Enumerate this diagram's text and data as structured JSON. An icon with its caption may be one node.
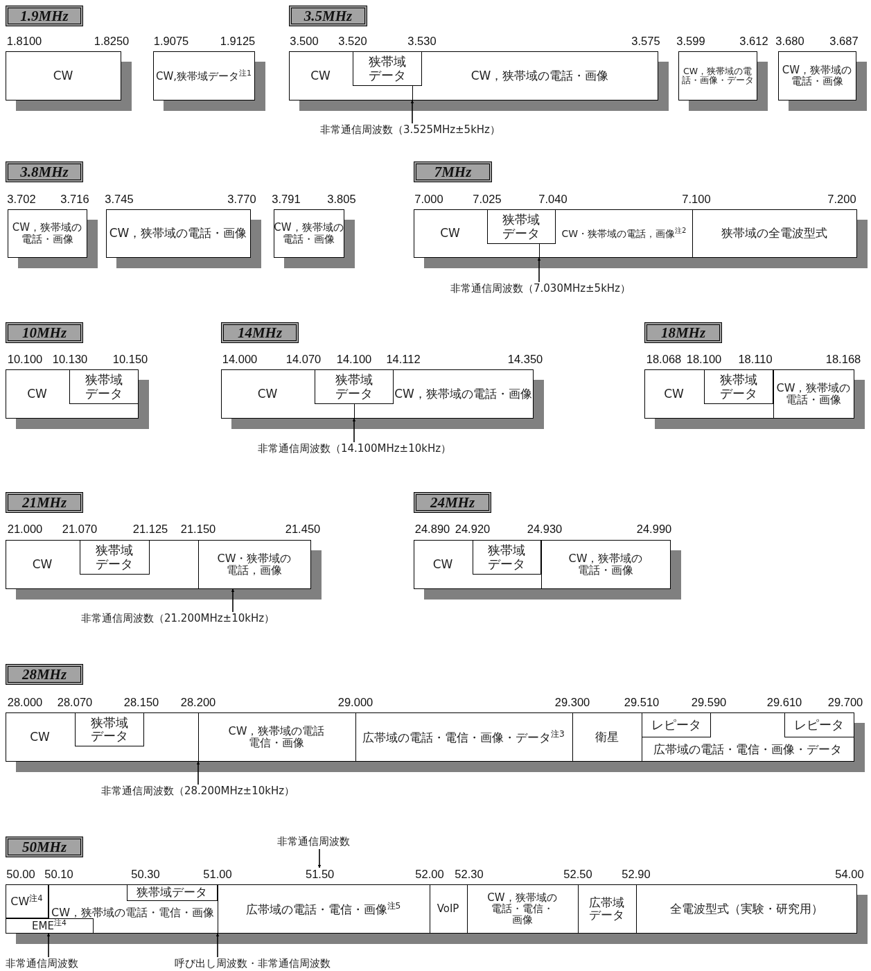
{
  "diagram": {
    "nodes": [
      {
        "text": [
          "1.9MHz"
        ]
      },
      {
        "text": [
          "CW"
        ]
      },
      {
        "text": [
          "CW,狭帯域データ$^{注1}$"
        ]
      },
      {
        "text": [
          "3.5MHz"
        ]
      },
      {
        "text": [
          "CW",
          "CW，狭帯域の電話・画像"
        ]
      },
      {
        "text": [
          "狭帯域データ"
        ],
        "in": 4
      },
      {
        "text": [
          "CW，狭帯域の電話・画像・データ"
        ]
      },
      {
        "text": [
          "CW，狭帯域の電話・画像"
        ]
      },
      {
        "text": [
          "非常通信周波数（3.525MHz±5kHz）"
        ]
      },
      {
        "text": [
          "3.8MHz"
        ]
      },
      {
        "text": [
          "CW，狭帯域の電話・画像"
        ]
      },
      {
        "text": [
          "CW，狭帯域の電話・画像"
        ]
      },
      {
        "text": [
          "CW，狭帯域の電話・画像"
        ]
      },
      {
        "text": [
          "7MHz"
        ]
      },
      {
        "text": [
          "CW",
          "CW・狭帯域の電話，画像$^{注2}$",
          "狭帯域の全電波型式"
        ]
      },
      {
        "text": [
          "狭帯域データ"
        ],
        "in": 14
      },
      {
        "text": [
          "非常通信周波数（7.030MHz±5kHz）"
        ]
      },
      {
        "text": [
          "10MHz"
        ]
      },
      {
        "text": [
          "CW"
        ]
      },
      {
        "text": [
          "狭帯域データ"
        ],
        "in": 18
      },
      {
        "text": [
          "14MHz"
        ]
      },
      {
        "text": [
          "CW",
          "CW，狭帯域の電話・画像"
        ]
      },
      {
        "text": [
          "狭帯域データ"
        ],
        "in": 21
      },
      {
        "text": [
          "非常通信周波数（14.100MHz±10kHz）"
        ]
      },
      {
        "text": [
          "18MHz"
        ]
      },
      {
        "text": [
          "CW",
          "CW，狭帯域の電話・画像"
        ]
      },
      {
        "text": [
          "狭帯域データ"
        ],
        "in": 25
      },
      {
        "text": [
          "21MHz"
        ]
      },
      {
        "text": [
          "CW",
          "CW・狭帯域の電話，画像"
        ]
      },
      {
        "text": [
          "狭帯域データ"
        ],
        "in": 28
      },
      {
        "text": [
          "非常通信周波数（21.200MHz±10kHz）"
        ]
      },
      {
        "text": [
          "24MHz"
        ]
      },
      {
        "text": [
          "CW",
          "CW，狭帯域の電話・画像"
        ]
      },
      {
        "text": [
          "狭帯域データ"
        ],
        "in": 32
      },
      {
        "text": [
          "28MHz"
        ]
      },
      {
        "text": [
          "CW",
          "CW，狭帯域の電話電信・画像",
          "広帯域の電話・電信・画像・データ$^{注3}$",
          "衛星",
          "広帯域の電話・電信・画像・データ"
        ]
      },
      {
        "text": [
          "狭帯域データ"
        ],
        "in": 35
      },
      {
        "text": [
          "レピータ"
        ],
        "in": 35
      },
      {
        "text": [
          "レピータ"
        ],
        "in": 35
      },
      {
        "text": [
          "非常通信周波数（28.200MHz±10kHz）"
        ]
      },
      {
        "text": [
          "50MHz"
        ]
      },
      {
        "text": [
          "非常通信周波数"
        ]
      },
      {
        "text": [
          "CW，狭帯域の電話・電信・画像",
          "広帯域の電話・電信・画像$^{注5}$",
          "VoIP",
          "CW，狭帯域の電話・電信・画像",
          "広帯域データ",
          "全電波型式（実験・研究用）"
        ]
      },
      {
        "text": [
          "CW$^{注4}$"
        ],
        "in": 42
      },
      {
        "text": [
          "EME$^{注4}$"
        ],
        "in": 42
      },
      {
        "text": [
          "狭帯域データ"
        ],
        "in": 42
      },
      {
        "text": [
          "非常通信周波数"
        ]
      },
      {
        "text": [
          "呼び出し周波数・非常通信周波数"
        ]
      },
      {
        "text": [
          "51.50"
        ]
      }
    ],
    "edges": [
      {
        "from": 8,
        "to": 4,
        "arrow": "to"
      },
      {
        "from": 16,
        "to": 14,
        "arrow": "to"
      },
      {
        "from": 23,
        "to": 21,
        "arrow": "to"
      },
      {
        "from": 30,
        "to": 28,
        "arrow": "to"
      },
      {
        "from": 39,
        "to": 35,
        "arrow": "to"
      },
      {
        "from": 41,
        "to": 48,
        "arrow": "to"
      },
      {
        "from": 46,
        "to": 42,
        "arrow": "to"
      },
      {
        "from": 47,
        "to": 42,
        "arrow": "to"
      }
    ],
    "labels": [
      "1.8100",
      "1.8250",
      "1.9075",
      "1.9125",
      "3.500",
      "3.520",
      "3.530",
      "3.575",
      "3.599",
      "3.612",
      "3.680",
      "3.687",
      "3.702",
      "3.716",
      "3.745",
      "3.770",
      "3.791",
      "3.805",
      "7.000",
      "7.025",
      "7.040",
      "7.100",
      "7.200",
      "10.100",
      "10.130",
      "10.150",
      "14.000",
      "14.070",
      "14.100",
      "14.112",
      "14.350",
      "18.068",
      "18.100",
      "18.110",
      "18.168",
      "21.000",
      "21.070",
      "21.125",
      "21.150",
      "21.450",
      "24.890",
      "24.920",
      "24.930",
      "24.990",
      "28.000",
      "28.070",
      "28.150",
      "28.200",
      "29.000",
      "29.300",
      "29.510",
      "29.590",
      "29.610",
      "29.700",
      "50.00",
      "50.10",
      "50.30",
      "51.00",
      "52.00",
      "52.30",
      "52.50",
      "52.90",
      "54.00"
    ]
  }
}
